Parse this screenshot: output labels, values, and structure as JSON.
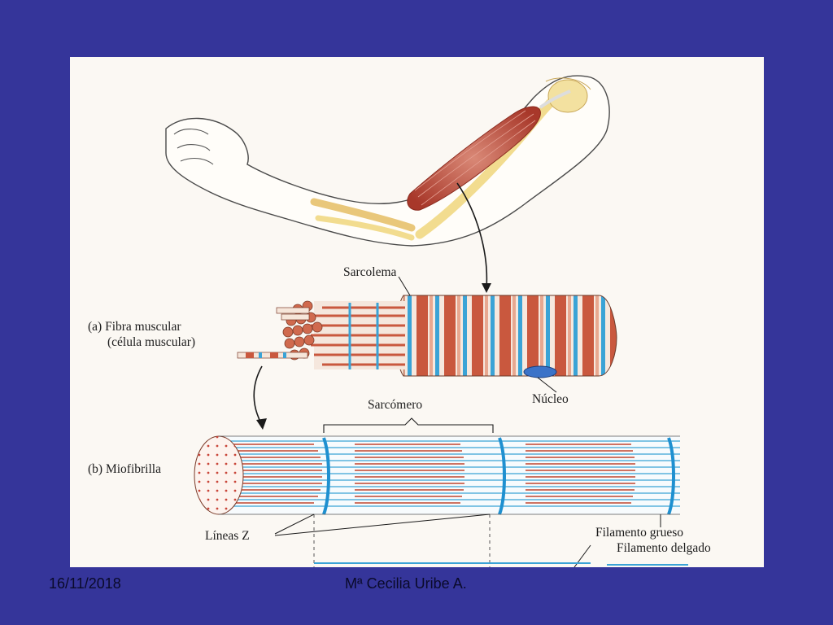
{
  "slide": {
    "background_color": "#35359a",
    "footer": {
      "date": "16/11/2018",
      "author": "Mª  Cecilia Uribe A."
    }
  },
  "diagram": {
    "labels": {
      "sarcolema": "Sarcolema",
      "fibra_a": "(a) Fibra muscular",
      "fibra_a_sub": "(célula muscular)",
      "nucleo": "Núcleo",
      "sarcomero": "Sarcómero",
      "miofibrilla_b": "(b) Miofibrilla",
      "lineas_z": "Líneas Z",
      "filamento_grueso": "Filamento grueso",
      "filamento_delgado": "Filamento delgado"
    },
    "colors": {
      "muscle_red": "#c0442e",
      "z_line_blue": "#2aa0d8",
      "nucleus_blue": "#3b73c8",
      "bone_yellow": "#f2dc8f"
    }
  }
}
